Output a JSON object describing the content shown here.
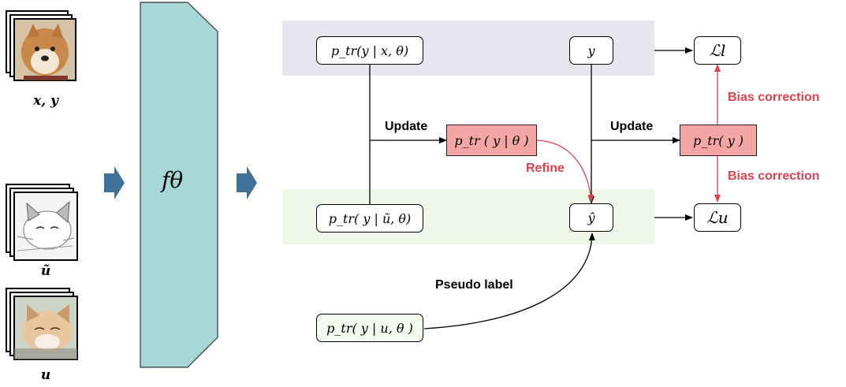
{
  "inputs": {
    "labeled": "x, y",
    "weak": "ũ",
    "strong": "u"
  },
  "model": {
    "label": "fθ"
  },
  "nodes": {
    "p_labeled": "p_tr(y | x, θ)",
    "y_true": "y",
    "p_prior_theta": "p_tr ( y | θ )",
    "p_prior": "p_tr( y )",
    "p_weak": "p_tr( y | ũ, θ)",
    "y_hat": "ŷ",
    "p_strong": "p_tr( y | u, θ )",
    "loss_l": "ℒl",
    "loss_u": "ℒu"
  },
  "edge_labels": {
    "update1": "Update",
    "update2": "Update",
    "refine": "Refine",
    "bias_top": "Bias correction",
    "bias_bottom": "Bias correction",
    "pseudo": "Pseudo label"
  },
  "colors": {
    "labeled_band": "#e6e6ee",
    "unlabeled_band": "#eef7e8",
    "model_fill": "#a8d7d8",
    "prior_fill": "#f4a6a6",
    "accent_red": "#e0404e",
    "arrow_blue": "#3f7097"
  }
}
